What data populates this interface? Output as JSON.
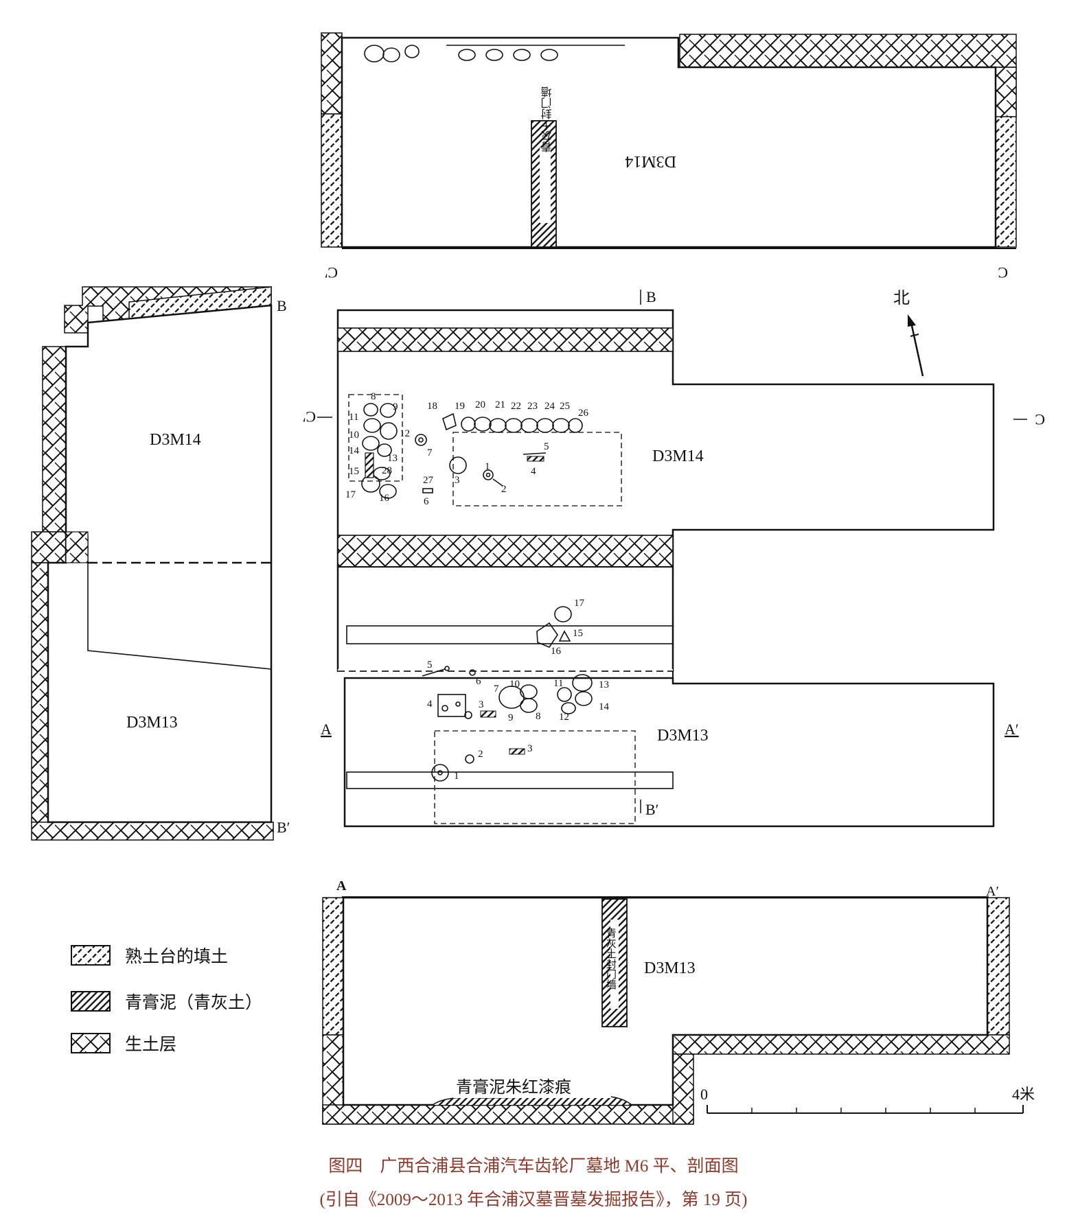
{
  "figure": {
    "caption_line1": "图四　广西合浦县合浦汽车齿轮厂墓地 M6 平、剖面图",
    "caption_line2": "(引自《2009～2013 年合浦汉墓晋墓发掘报告》，第 19 页)"
  },
  "legend": {
    "items": [
      {
        "label": "熟土台的填土",
        "pattern": "hatch-light"
      },
      {
        "label": "青膏泥（青灰土）",
        "pattern": "hatch-dense"
      },
      {
        "label": "生土层",
        "pattern": "cross"
      }
    ]
  },
  "tombs": {
    "upper": "D3M14",
    "lower": "D3M13"
  },
  "section_marks": {
    "a": "A",
    "a_prime": "A′",
    "b": "B",
    "b_prime": "B′",
    "c": "C",
    "c_prime": "C′"
  },
  "north": {
    "label": "北"
  },
  "annotations": {
    "sealing_wall": "青灰土封门墙",
    "lacquer_trace": "青膏泥朱红漆痕"
  },
  "scale": {
    "start": "0",
    "end": "4米"
  },
  "finds_m14": [
    "1",
    "2",
    "3",
    "4",
    "5",
    "6",
    "7",
    "8",
    "9",
    "10",
    "11",
    "12",
    "13",
    "14",
    "15",
    "16",
    "17",
    "18",
    "19",
    "20",
    "21",
    "22",
    "23",
    "24",
    "25",
    "26",
    "27",
    "28"
  ],
  "finds_m13": [
    "1",
    "2",
    "3",
    "3",
    "4",
    "5",
    "6",
    "7",
    "8",
    "9",
    "10",
    "11",
    "12",
    "13",
    "14",
    "15",
    "16",
    "17"
  ],
  "colors": {
    "ink": "#111111",
    "caption": "#8b3a2b",
    "paper": "#ffffff"
  }
}
